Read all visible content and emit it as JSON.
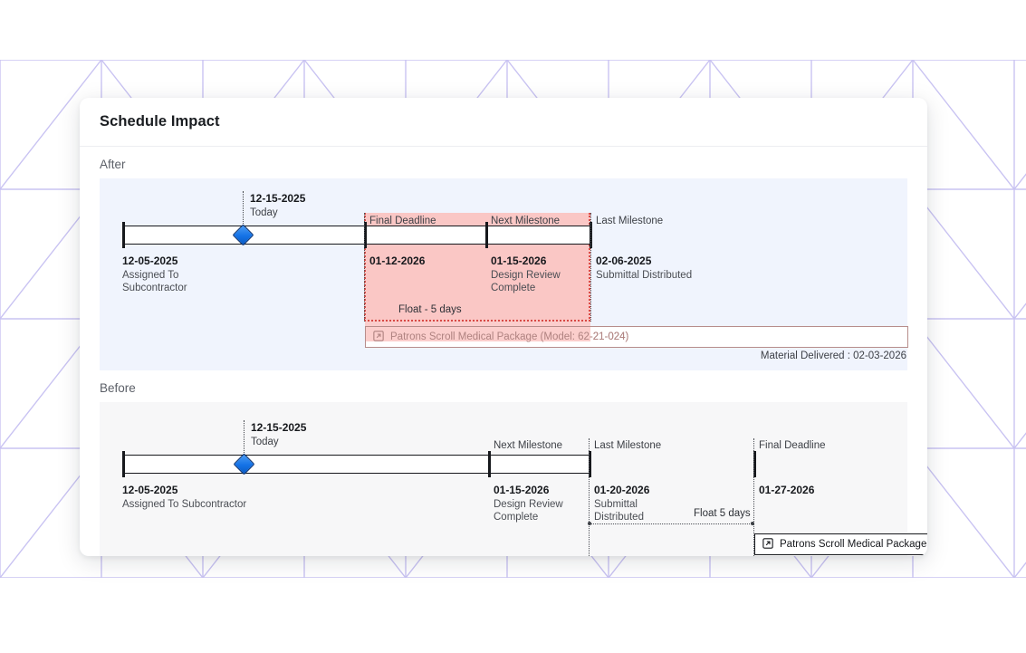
{
  "card": {
    "title": "Schedule Impact"
  },
  "sections": {
    "after_label": "After",
    "before_label": "Before"
  },
  "after": {
    "today": {
      "date": "12-15-2025",
      "label": "Today"
    },
    "start": {
      "date": "12-05-2025",
      "sub": "Assigned To\nSubcontractor"
    },
    "milestones": [
      {
        "top": "Final Deadline",
        "date": "01-12-2026",
        "sub": ""
      },
      {
        "top": "Next Milestone",
        "date": "01-15-2026",
        "sub": "Design Review\nComplete"
      },
      {
        "top": "Last Milestone",
        "date": "02-06-2025",
        "sub": "Submittal Distributed"
      }
    ],
    "float_label": "Float - 5 days",
    "package": {
      "label": "Patrons Scroll Medical Package (Model: 62-21-024)",
      "icon": "external-link-icon"
    },
    "delivered": "Material Delivered : 02-03-2026"
  },
  "before": {
    "today": {
      "date": "12-15-2025",
      "label": "Today"
    },
    "start": {
      "date": "12-05-2025",
      "sub": "Assigned To Subcontractor"
    },
    "milestones": [
      {
        "top": "Next Milestone",
        "date": "01-15-2026",
        "sub": "Design Review\nComplete"
      },
      {
        "top": "Last Milestone",
        "date": "01-20-2026",
        "sub": "Submittal\nDistributed"
      },
      {
        "top": "Final Deadline",
        "date": "01-27-2026",
        "sub": ""
      }
    ],
    "float_label": "Float 5 days",
    "package": {
      "label": "Patrons Scroll Medical Package (M",
      "icon": "external-link-icon"
    }
  },
  "colors": {
    "delay_fill": "#fac7c5",
    "delay_border": "#d84a45",
    "after_panel_bg": "#f0f4fd",
    "before_panel_bg": "#f7f7f8",
    "today_marker": "#1472e6",
    "pattern": "#c9c3f2"
  }
}
